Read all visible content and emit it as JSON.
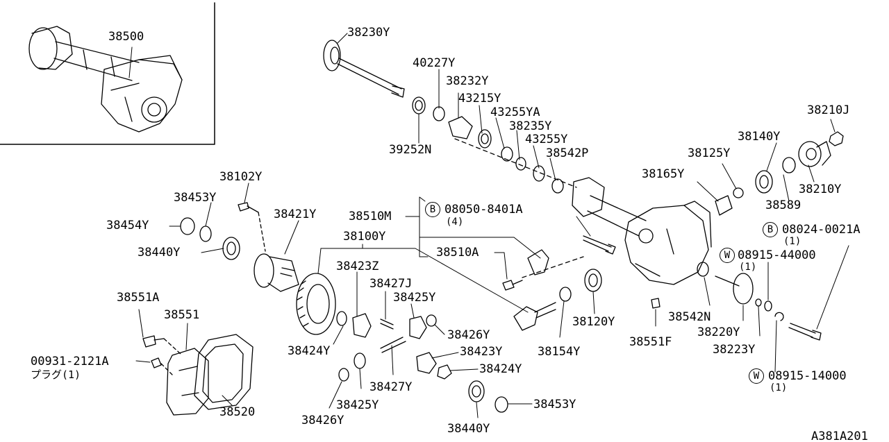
{
  "diagram": {
    "drawing_code": "A381A201",
    "parts": [
      {
        "id": "p38500",
        "label": "38500"
      },
      {
        "id": "p38230Y",
        "label": "38230Y"
      },
      {
        "id": "p40227Y",
        "label": "40227Y"
      },
      {
        "id": "p38232Y",
        "label": "38232Y"
      },
      {
        "id": "p43215Y",
        "label": "43215Y"
      },
      {
        "id": "p43255YA",
        "label": "43255YA"
      },
      {
        "id": "p38235Y",
        "label": "38235Y"
      },
      {
        "id": "p43255Y",
        "label": "43255Y"
      },
      {
        "id": "p38542P",
        "label": "38542P"
      },
      {
        "id": "p39252N",
        "label": "39252N"
      },
      {
        "id": "p38210J",
        "label": "38210J"
      },
      {
        "id": "p38140Y",
        "label": "38140Y"
      },
      {
        "id": "p38125Y",
        "label": "38125Y"
      },
      {
        "id": "p38165Y",
        "label": "38165Y"
      },
      {
        "id": "p38210Y",
        "label": "38210Y"
      },
      {
        "id": "p38589",
        "label": "38589"
      },
      {
        "id": "p38102Y",
        "label": "38102Y"
      },
      {
        "id": "p38453Y_a",
        "label": "38453Y"
      },
      {
        "id": "p38454Y",
        "label": "38454Y"
      },
      {
        "id": "p38421Y",
        "label": "38421Y"
      },
      {
        "id": "p38440Y_a",
        "label": "38440Y"
      },
      {
        "id": "p38510M",
        "label": "38510M"
      },
      {
        "id": "p38100Y",
        "label": "38100Y"
      },
      {
        "id": "p38510A",
        "label": "38510A"
      },
      {
        "id": "p38423Z",
        "label": "38423Z"
      },
      {
        "id": "p38427J",
        "label": "38427J"
      },
      {
        "id": "p38425Y_a",
        "label": "38425Y"
      },
      {
        "id": "p38426Y_a",
        "label": "38426Y"
      },
      {
        "id": "p38424Y_a",
        "label": "38424Y"
      },
      {
        "id": "p38423Y",
        "label": "38423Y"
      },
      {
        "id": "p38424Y_b",
        "label": "38424Y"
      },
      {
        "id": "p38427Y",
        "label": "38427Y"
      },
      {
        "id": "p38425Y_b",
        "label": "38425Y"
      },
      {
        "id": "p38426Y_b",
        "label": "38426Y"
      },
      {
        "id": "p38440Y_b",
        "label": "38440Y"
      },
      {
        "id": "p38453Y_b",
        "label": "38453Y"
      },
      {
        "id": "p38154Y",
        "label": "38154Y"
      },
      {
        "id": "p38120Y",
        "label": "38120Y"
      },
      {
        "id": "p38551F",
        "label": "38551F"
      },
      {
        "id": "p38542N",
        "label": "38542N"
      },
      {
        "id": "p38220Y",
        "label": "38220Y"
      },
      {
        "id": "p38223Y",
        "label": "38223Y"
      },
      {
        "id": "p38551A",
        "label": "38551A"
      },
      {
        "id": "p38551",
        "label": "38551"
      },
      {
        "id": "p00931",
        "label": "00931-2121A"
      },
      {
        "id": "p00931_sub",
        "label": "プラグ(1)"
      },
      {
        "id": "p38520",
        "label": "38520"
      }
    ],
    "callouts": [
      {
        "id": "c08050",
        "symbol": "B",
        "label": "08050-8401A",
        "qty": "(4)"
      },
      {
        "id": "c08024",
        "symbol": "B",
        "label": "08024-0021A",
        "qty": "(1)"
      },
      {
        "id": "c08915_44",
        "symbol": "W",
        "label": "08915-44000",
        "qty": "(1)"
      },
      {
        "id": "c08915_14",
        "symbol": "W",
        "label": "08915-14000",
        "qty": "(1)"
      }
    ]
  }
}
